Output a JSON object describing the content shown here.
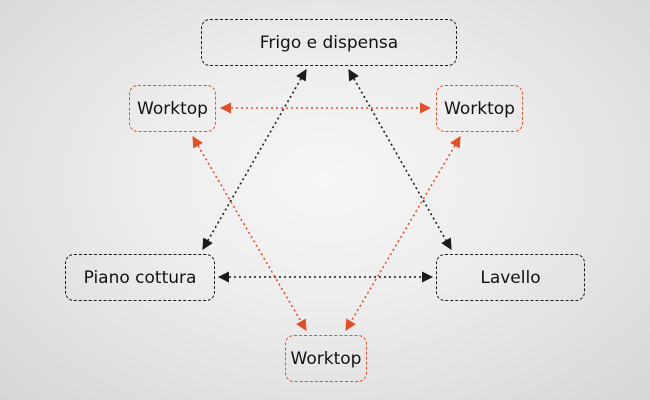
{
  "diagram": {
    "nodes": {
      "fridge": "Frigo e dispensa",
      "worktop_left": "Worktop",
      "worktop_right": "Worktop",
      "hob": "Piano cottura",
      "sink": "Lavello",
      "worktop_bottom": "Worktop"
    },
    "colors": {
      "black_line": "#1a1a1a",
      "orange_line": "#e0502a",
      "text": "#111111"
    },
    "connections": [
      {
        "from": "fridge",
        "to": "hob",
        "style": "black-dotted",
        "bidirectional": true
      },
      {
        "from": "fridge",
        "to": "sink",
        "style": "black-dotted",
        "bidirectional": true
      },
      {
        "from": "hob",
        "to": "sink",
        "style": "black-dotted",
        "bidirectional": true
      },
      {
        "from": "worktop_left",
        "to": "worktop_right",
        "style": "orange-dotted",
        "bidirectional": true
      },
      {
        "from": "worktop_left",
        "to": "worktop_bottom",
        "style": "orange-dotted",
        "bidirectional": true
      },
      {
        "from": "worktop_right",
        "to": "worktop_bottom",
        "style": "orange-dotted",
        "bidirectional": true
      }
    ]
  }
}
